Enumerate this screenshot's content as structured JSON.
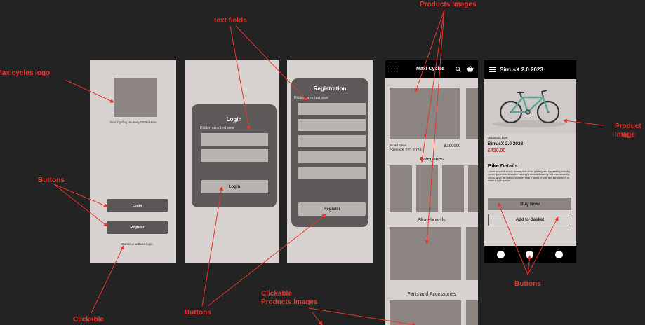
{
  "annotations": {
    "logo": "The Maxicycles logo",
    "text_fields": "text fields",
    "products_images": "Products Images",
    "buttons_left": "Buttons",
    "buttons_mid": "Buttons",
    "buttons_right": "Buttons",
    "clickable": "Clickable",
    "clickable_products_line1": "Clickable",
    "clickable_products_line2": "Products Images",
    "product_image_line1": "Product",
    "product_image_line2": "Image"
  },
  "screen1": {
    "tagline": "Your Cycling Journey Starts Here",
    "login_label": "Login",
    "register_label": "Register",
    "continue_label": "Continue without login"
  },
  "screen2": {
    "title": "Login",
    "error_text": "Hidden error text view",
    "login_label": "Login"
  },
  "screen3": {
    "title": "Registration",
    "error_text": "Hidden error text view",
    "register_label": "Register"
  },
  "screen4": {
    "app_title": "Maxi Cycles",
    "product_category": "Road Bikes",
    "product_name": "SirrusX 2.0 2023",
    "product_price": "£199999",
    "categories_heading": "Categories",
    "skateboards_heading": "Skateboards",
    "parts_heading": "Parts and Accessories"
  },
  "screen5": {
    "header_title": "SirrusX 2.0 2023",
    "category": "Mountain Bike",
    "name": "SirrusX 2.0 2023",
    "price": "£420.00",
    "details_heading": "Bike Details",
    "details_body": "Lorem Ipsum is simply dummy text of the printing and typesetting industry. Lorem Ipsum has been the industry's standard dummy text ever since the 1500s, when an unknown printer took a galley of type and scrambled it to make a type specim",
    "buy_label": "Buy Now",
    "basket_label": "Add to Basket"
  },
  "colors": {
    "background": "#232323",
    "screen": "#d7d2d0",
    "placeholder": "#8b8481",
    "annotation": "#e8352c",
    "accent_price": "#c0392b"
  }
}
